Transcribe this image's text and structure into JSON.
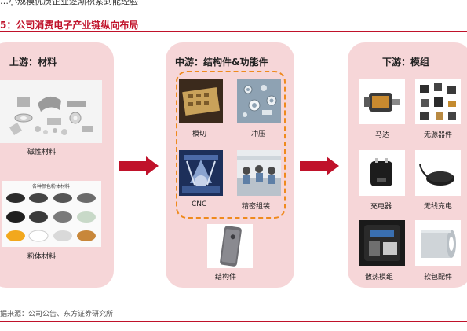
{
  "header": {
    "top_text": "…小规模优质企业逐渐积累到能经验",
    "figure_title": "5：公司消费电子产业链纵向布局"
  },
  "colors": {
    "accent": "#c0122a",
    "panel": "#f6d6d8",
    "dash": "#ef8a1e",
    "arrow": "#c0122a"
  },
  "upstream": {
    "title": "上游：材料",
    "items": [
      {
        "label": "磁性材料",
        "icon": "magnetic-materials-photo"
      },
      {
        "label": "粉体材料",
        "icon": "powder-materials-photo",
        "photo_caption": "各种颜色粉体材料"
      }
    ]
  },
  "midstream": {
    "title": "中游：结构件&功能件",
    "items": [
      {
        "label": "模切",
        "icon": "die-cutting-photo"
      },
      {
        "label": "冲压",
        "icon": "stamping-photo"
      },
      {
        "label": "CNC",
        "icon": "cnc-photo"
      },
      {
        "label": "精密组装",
        "icon": "precision-assembly-photo"
      },
      {
        "label": "结构件",
        "icon": "structural-part-phone-photo"
      }
    ]
  },
  "downstream": {
    "title": "下游：模组",
    "items": [
      {
        "label": "马达",
        "icon": "motor-photo"
      },
      {
        "label": "无源器件",
        "icon": "passive-components-photo"
      },
      {
        "label": "充电器",
        "icon": "charger-photo"
      },
      {
        "label": "无线充电",
        "icon": "wireless-charger-photo"
      },
      {
        "label": "散热模组",
        "icon": "cooling-module-photo"
      },
      {
        "label": "软包配件",
        "icon": "soft-pack-roll-photo"
      }
    ]
  },
  "footer": {
    "source": "据来源：公司公告、东方证券研究所"
  }
}
